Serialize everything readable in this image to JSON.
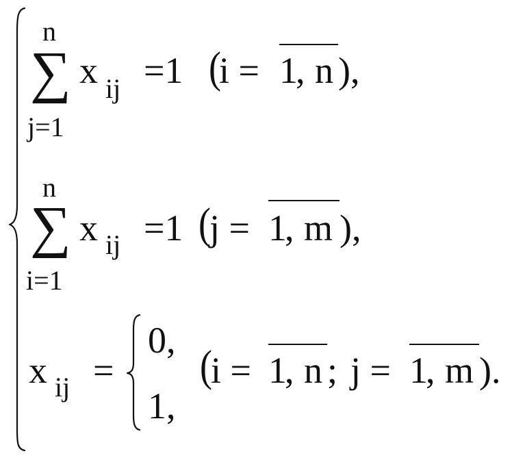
{
  "system": {
    "eq1": {
      "sum_upper": "n",
      "sigma": "∑",
      "sum_lower": "j=1",
      "var": "x",
      "sub": "ij",
      "eq": "=1",
      "open": "(",
      "index": "i =",
      "range_start": "1",
      "range_sep": ",",
      "range_end": "n",
      "close": "),"
    },
    "eq2": {
      "sum_upper": "n",
      "sigma": "∑",
      "sum_lower": "i=1",
      "var": "x",
      "sub": "ij",
      "eq": "=1",
      "open": "(",
      "index": "j =",
      "range_start": "1",
      "range_sep": ",",
      "range_end": "m",
      "close": "),"
    },
    "eq3": {
      "var": "x",
      "sub": "ij",
      "eq": "=",
      "case1": "0,",
      "case2": "1,",
      "open": "(",
      "index1": "i =",
      "range1_start": "1",
      "range1_sep": ",",
      "range1_end": "n",
      "sep": ";",
      "index2": "j =",
      "range2_start": "1",
      "range2_sep": ",",
      "range2_end": "m",
      "close": ")."
    }
  }
}
